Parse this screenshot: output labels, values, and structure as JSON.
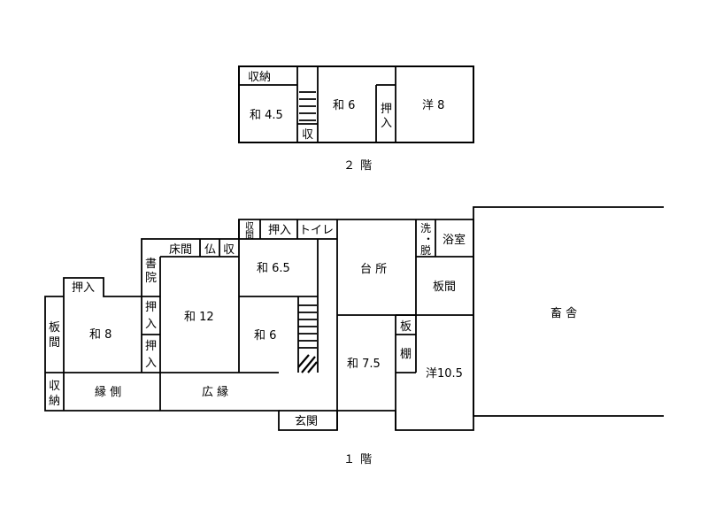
{
  "floor2": {
    "caption": "２ 階",
    "rooms": {
      "storage_top": "収納",
      "wa45": "和 4.5",
      "shu": "収",
      "wa6": "和 6",
      "oshi": [
        "押",
        "入"
      ],
      "you8": "洋 8"
    }
  },
  "floor1": {
    "caption": "１ 階",
    "rooms": {
      "oshiire_top": "押入",
      "itama_left": [
        "板",
        "間"
      ],
      "wa8": "和 8",
      "shuno_left": [
        "収",
        "納"
      ],
      "engawa": "縁 側",
      "shoin": [
        "書",
        "院"
      ],
      "oshi_a": [
        "押",
        "入"
      ],
      "oshi_b": [
        "押",
        "入"
      ],
      "tokonoma": "床間",
      "butsu": "仏",
      "shu": "収",
      "wa12": "和 12",
      "hiroen": "広 縁",
      "kaidan_shita": [
        "収",
        "間"
      ],
      "oshiire_mid": "押入",
      "toilet": "トイレ",
      "wa65": "和 6.5",
      "wa6": "和 6",
      "genkan": "玄関",
      "daidokoro": "台 所",
      "wa75": "和 7.5",
      "sendatsu": [
        "洗",
        "・",
        "脱"
      ],
      "yokushitsu": "浴室",
      "itama": "板間",
      "tana": [
        "板",
        "棚"
      ],
      "you105": "洋10.5",
      "chikusha": "畜 舎"
    }
  }
}
